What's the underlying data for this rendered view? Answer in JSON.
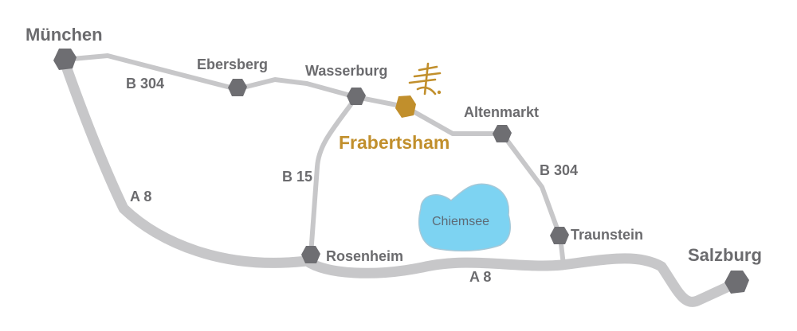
{
  "colors": {
    "road": "#c7c7c9",
    "node": "#6e6e72",
    "text": "#6b6b6e",
    "highlight": "#c18f2c",
    "lake": "#7dd3f2",
    "lake_stroke": "#a5c8d8"
  },
  "cities": {
    "muenchen": "München",
    "ebersberg": "Ebersberg",
    "wasserburg": "Wasserburg",
    "frabertsham": "Frabertsham",
    "altenmarkt": "Altenmarkt",
    "rosenheim": "Rosenheim",
    "traunstein": "Traunstein",
    "salzburg": "Salzburg"
  },
  "roads": {
    "b304_west": "B 304",
    "b304_east": "B 304",
    "b15": "B 15",
    "a8_west": "A 8",
    "a8_south": "A 8"
  },
  "lake": {
    "name": "Chiemsee"
  },
  "logo": {
    "name": "frabertsham-logo-mark"
  }
}
